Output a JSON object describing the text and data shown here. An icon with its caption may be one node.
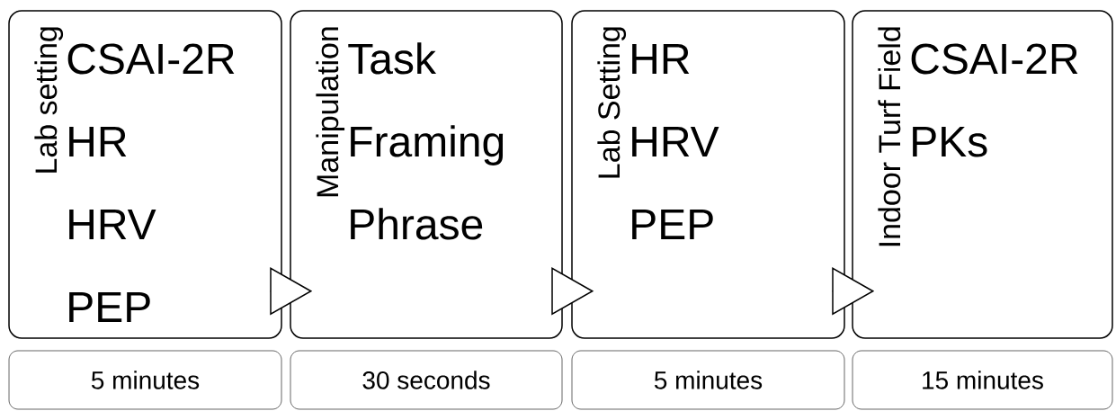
{
  "diagram": {
    "nodes": [
      {
        "text": [
          "Lab setting",
          "CSAI-2R",
          "HR",
          "HRV",
          "PEP"
        ]
      },
      {
        "text": [
          "Manipulation",
          "Task",
          "Framing",
          "Phrase"
        ]
      },
      {
        "text": [
          "Lab Setting",
          "HR",
          "HRV",
          "PEP"
        ]
      },
      {
        "text": [
          "Indoor Turf Field",
          "CSAI-2R",
          "PKs"
        ]
      },
      {
        "text": [
          "5 minutes"
        ]
      },
      {
        "text": [
          "30 seconds"
        ]
      },
      {
        "text": [
          "5 minutes"
        ]
      },
      {
        "text": [
          "15 minutes"
        ]
      }
    ],
    "edges": [
      {
        "from": 0,
        "to": 1,
        "arrow": "to"
      },
      {
        "from": 1,
        "to": 2,
        "arrow": "to"
      },
      {
        "from": 2,
        "to": 3,
        "arrow": "to"
      }
    ]
  }
}
